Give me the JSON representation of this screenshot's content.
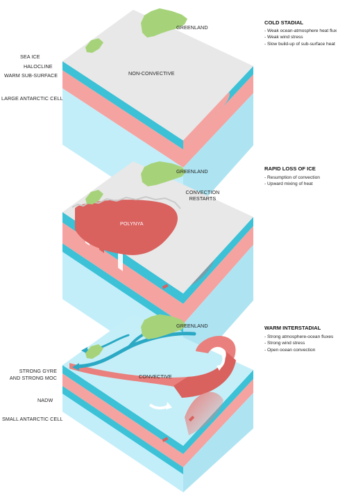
{
  "panels": [
    {
      "title": "COLD STADIAL",
      "bullets": [
        "Weak ocean-atmosphere heat flux",
        "Weak wind stress",
        "Slow build-up of sub-surface heat"
      ],
      "greenland": "GREENLAND",
      "center_label": "NON-CONVECTIVE",
      "side_labels": [
        "SEA ICE",
        "HALOCLINE",
        "WARM SUB-SURFACE",
        "LARGE ANTARCTIC CELL"
      ]
    },
    {
      "title": "RAPID LOSS OF ICE",
      "bullets": [
        "Resumption of convection",
        "Upward mixing of heat"
      ],
      "greenland": "GREENLAND",
      "center_label_1": "CONVECTION",
      "center_label_2": "RESTARTS",
      "polynya": "POLYNYA"
    },
    {
      "title": "WARM INTERSTADIAL",
      "bullets": [
        "Strong atmosphere-ocean fluxes",
        "Strong wind stress",
        "Open ocean convection"
      ],
      "greenland": "GREENLAND",
      "center_label": "CONVECTIVE",
      "side_labels": [
        "STRONG GYRE",
        "AND STRONG MOC",
        "NADW",
        "SMALL ANTARCTIC CELL"
      ]
    }
  ],
  "colors": {
    "top_ice": "#e8e8e8",
    "top_water": "#c5eff8",
    "greenland": "#a6d37a",
    "halocline": "#3cc1d6",
    "warm_layer": "#f4a3a0",
    "warm_dark": "#d9615e",
    "deep_water": "#c2eefa",
    "side_light": "#aee4f2"
  }
}
